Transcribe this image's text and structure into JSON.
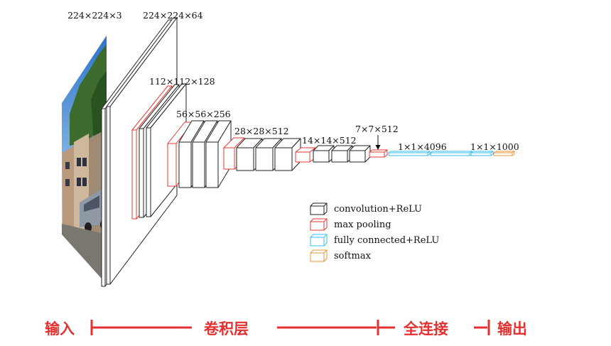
{
  "diagram": {
    "dims": {
      "input": "224×224×3",
      "conv1": "224×224×64",
      "conv2": "112×112×128",
      "conv3": "56×56×256",
      "conv4": "28×28×512",
      "conv5": "14×14×512",
      "pool5": "7×7×512",
      "fc": "1×1×4096",
      "out": "1×1×1000"
    },
    "legend": [
      {
        "label": "convolution+ReLU",
        "color": "#222222"
      },
      {
        "label": "max pooling",
        "color": "#e53935"
      },
      {
        "label": "fully connected+ReLU",
        "color": "#38bdf0"
      },
      {
        "label": "softmax",
        "color": "#e8953a"
      }
    ],
    "sections": {
      "input": "输入",
      "conv": "卷积层",
      "fc": "全连接",
      "output": "输出"
    },
    "colors": {
      "conv": "#222222",
      "pool": "#e53935",
      "fc": "#38bdf0",
      "softmax": "#e8953a",
      "section": "#e53030"
    }
  }
}
